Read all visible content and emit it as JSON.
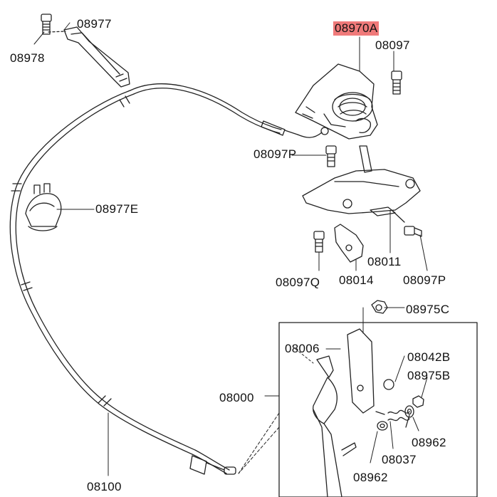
{
  "labels": {
    "p08977": "08977",
    "p08978": "08978",
    "p08970A": "08970A",
    "p08097": "08097",
    "p08097P_top": "08097P",
    "p08977E": "08977E",
    "p08011": "08011",
    "p08097Q": "08097Q",
    "p08014": "08014",
    "p08097P_right": "08097P",
    "p08975C": "08975C",
    "p08006": "08006",
    "p08042B": "08042B",
    "p08975B": "08975B",
    "p08000": "08000",
    "p08962_right": "08962",
    "p08037": "08037",
    "p08962_bottom": "08962",
    "p08100": "08100"
  },
  "highlight_color": "#f07a7a",
  "line_color": "#222222"
}
